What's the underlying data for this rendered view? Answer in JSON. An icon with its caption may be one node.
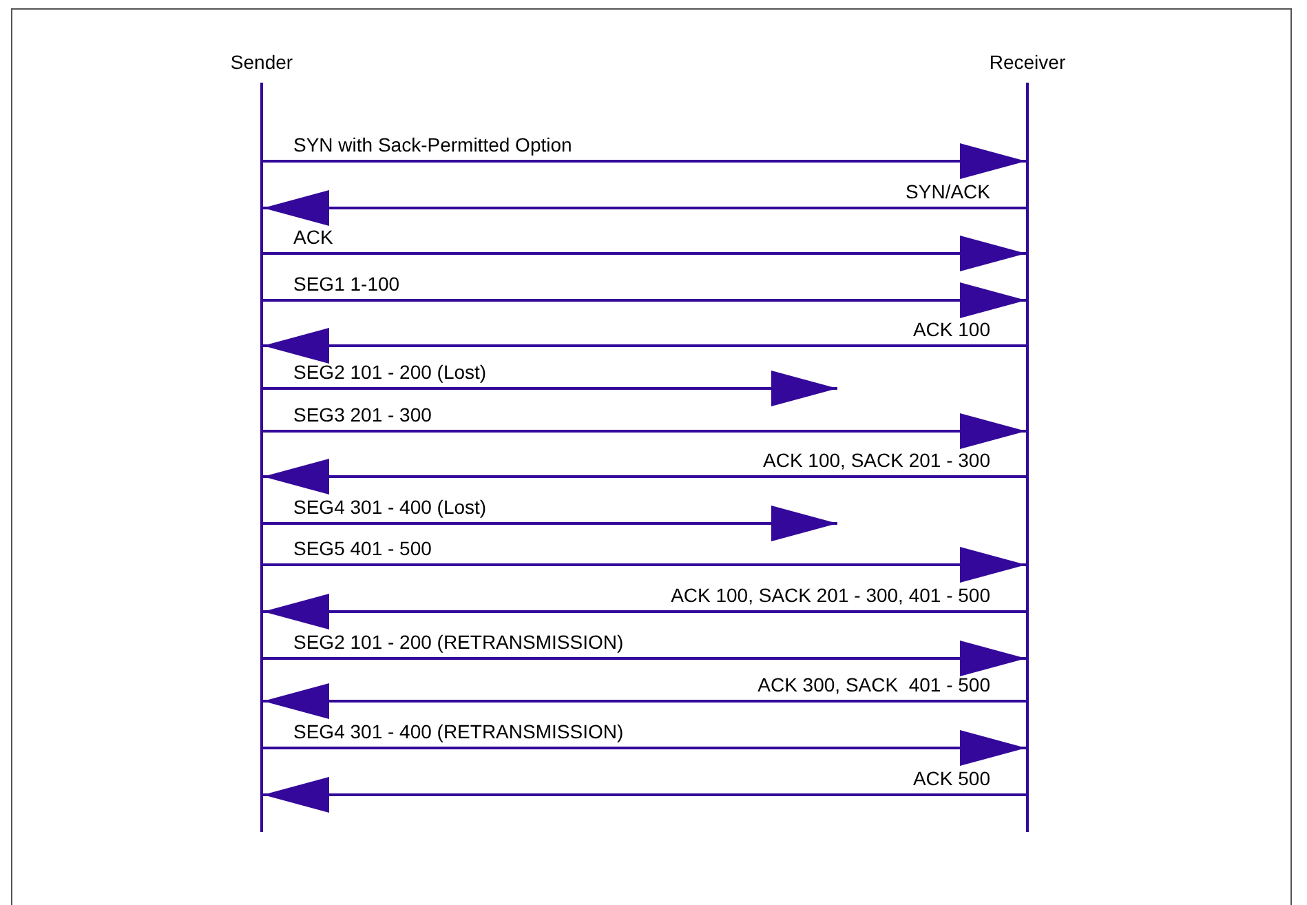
{
  "diagram": {
    "nodes": [
      {
        "text": [
          "Sender"
        ]
      },
      {
        "text": [
          "Receiver"
        ]
      }
    ],
    "edges": [
      {
        "from": 0,
        "to": 1,
        "arrow": "to",
        "label": "SYN with Sack-Permitted Option"
      },
      {
        "from": 1,
        "to": 0,
        "arrow": "to",
        "label": "SYN/ACK"
      },
      {
        "from": 0,
        "to": 1,
        "arrow": "to",
        "label": "ACK"
      },
      {
        "from": 0,
        "to": 1,
        "arrow": "to",
        "label": "SEG1 1-100"
      },
      {
        "from": 1,
        "to": 0,
        "arrow": "to",
        "label": "ACK 100"
      },
      {
        "from": 0,
        "to": null,
        "arrow": "to",
        "label": "SEG2 101 - 200 (Lost)"
      },
      {
        "from": 0,
        "to": 1,
        "arrow": "to",
        "label": "SEG3 201 - 300"
      },
      {
        "from": 1,
        "to": 0,
        "arrow": "to",
        "label": "ACK 100, SACK 201 - 300"
      },
      {
        "from": 0,
        "to": null,
        "arrow": "to",
        "label": "SEG4 301 - 400 (Lost)"
      },
      {
        "from": 0,
        "to": 1,
        "arrow": "to",
        "label": "SEG5 401 - 500"
      },
      {
        "from": 1,
        "to": 0,
        "arrow": "to",
        "label": "ACK 100, SACK 201 - 300, 401 - 500"
      },
      {
        "from": 0,
        "to": 1,
        "arrow": "to",
        "label": "SEG2 101 - 200 (RETRANSMISSION)"
      },
      {
        "from": 1,
        "to": 0,
        "arrow": "to",
        "label": "ACK 300, SACK  401 - 500"
      },
      {
        "from": 0,
        "to": 1,
        "arrow": "to",
        "label": "SEG4 301 - 400 (RETRANSMISSION)"
      },
      {
        "from": 1,
        "to": 0,
        "arrow": "to",
        "label": "ACK 500"
      }
    ]
  }
}
